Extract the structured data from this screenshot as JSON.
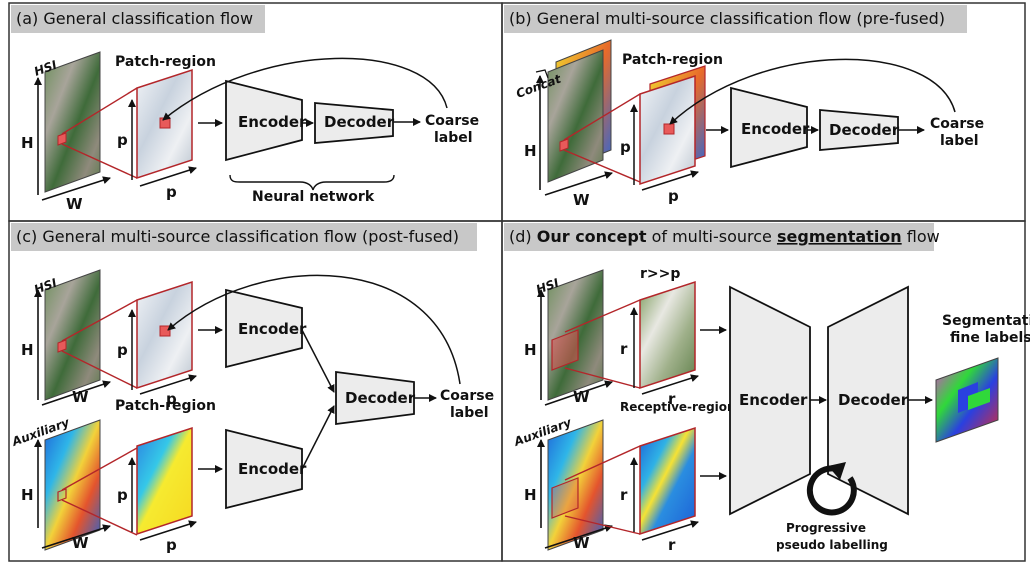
{
  "panels": {
    "a": {
      "title": "(a) General classification flow"
    },
    "b": {
      "title": "(b) General multi-source classification flow (pre-fused)"
    },
    "c": {
      "title": "(c) General multi-source classification flow (post-fused)"
    },
    "d": {
      "title_prefix": "(d) ",
      "title_bold": "Our concept",
      "title_mid": " of multi-source ",
      "title_bold2": "segmentation",
      "title_suffix": " flow"
    }
  },
  "labels": {
    "encoder": "Encoder",
    "decoder": "Decoder",
    "coarse": "Coarse",
    "label": "label",
    "patch_region": "Patch-region",
    "neural_network": "Neural network",
    "hsi": "HSI",
    "auxiliary": "Auxiliary",
    "concat": "Concat",
    "H": "H",
    "W": "W",
    "p": "p",
    "r": "r",
    "r_gt_p": "r>>p",
    "receptive_region": "Receptive-region",
    "seg_fine_1": "Segmentation",
    "seg_fine_2": "fine labels",
    "progressive_1": "Progressive",
    "progressive_2": "pseudo labelling"
  },
  "colors": {
    "panel_title_bg": "#c8c8c8",
    "block_fill": "#ececec",
    "region_red": "#b3262a",
    "border": "#333333"
  }
}
